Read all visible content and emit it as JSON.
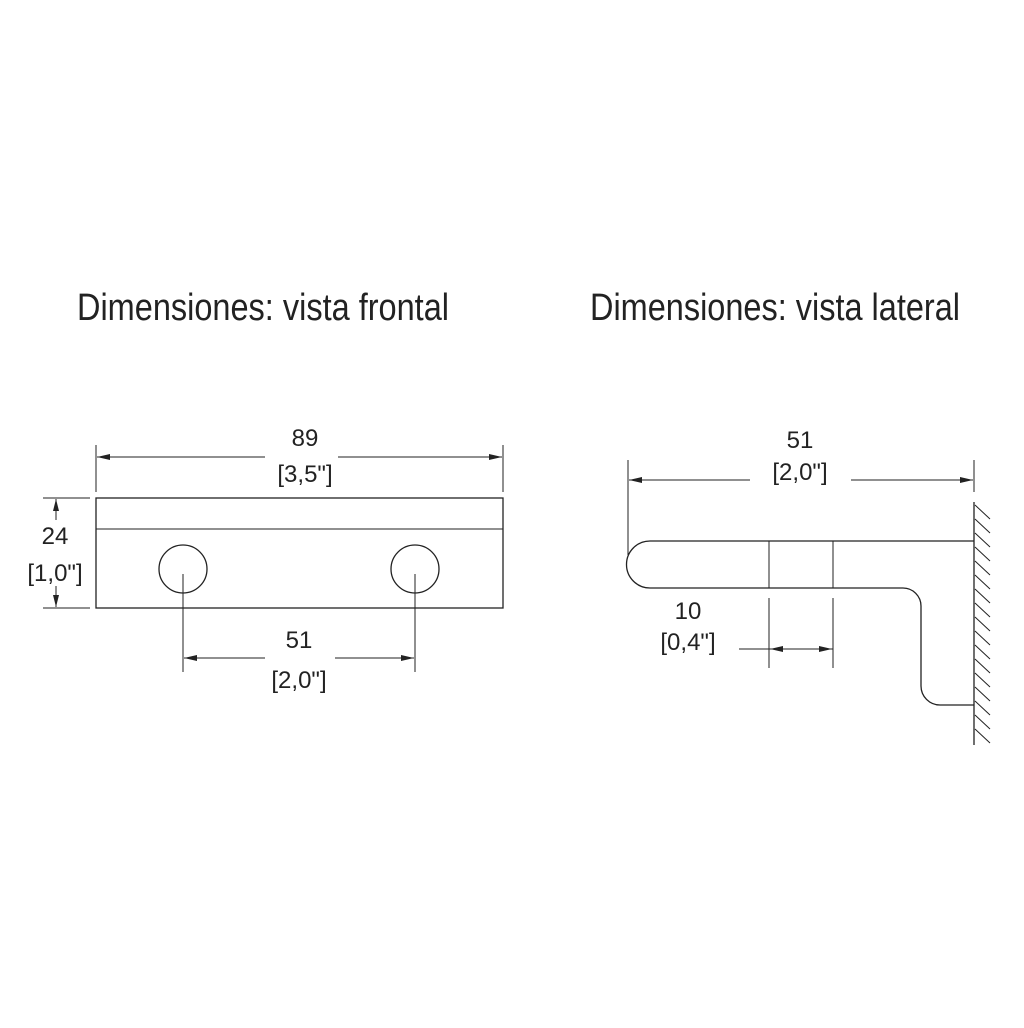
{
  "front_view": {
    "title": "Dimensiones: vista frontal",
    "width_mm": "89",
    "width_in": "[3,5\"]",
    "height_mm": "24",
    "height_in": "[1,0\"]",
    "hole_spacing_mm": "51",
    "hole_spacing_in": "[2,0\"]"
  },
  "side_view": {
    "title": "Dimensiones: vista lateral",
    "depth_mm": "51",
    "depth_in": "[2,0\"]",
    "thickness_mm": "10",
    "thickness_in": "[0,4\"]"
  }
}
